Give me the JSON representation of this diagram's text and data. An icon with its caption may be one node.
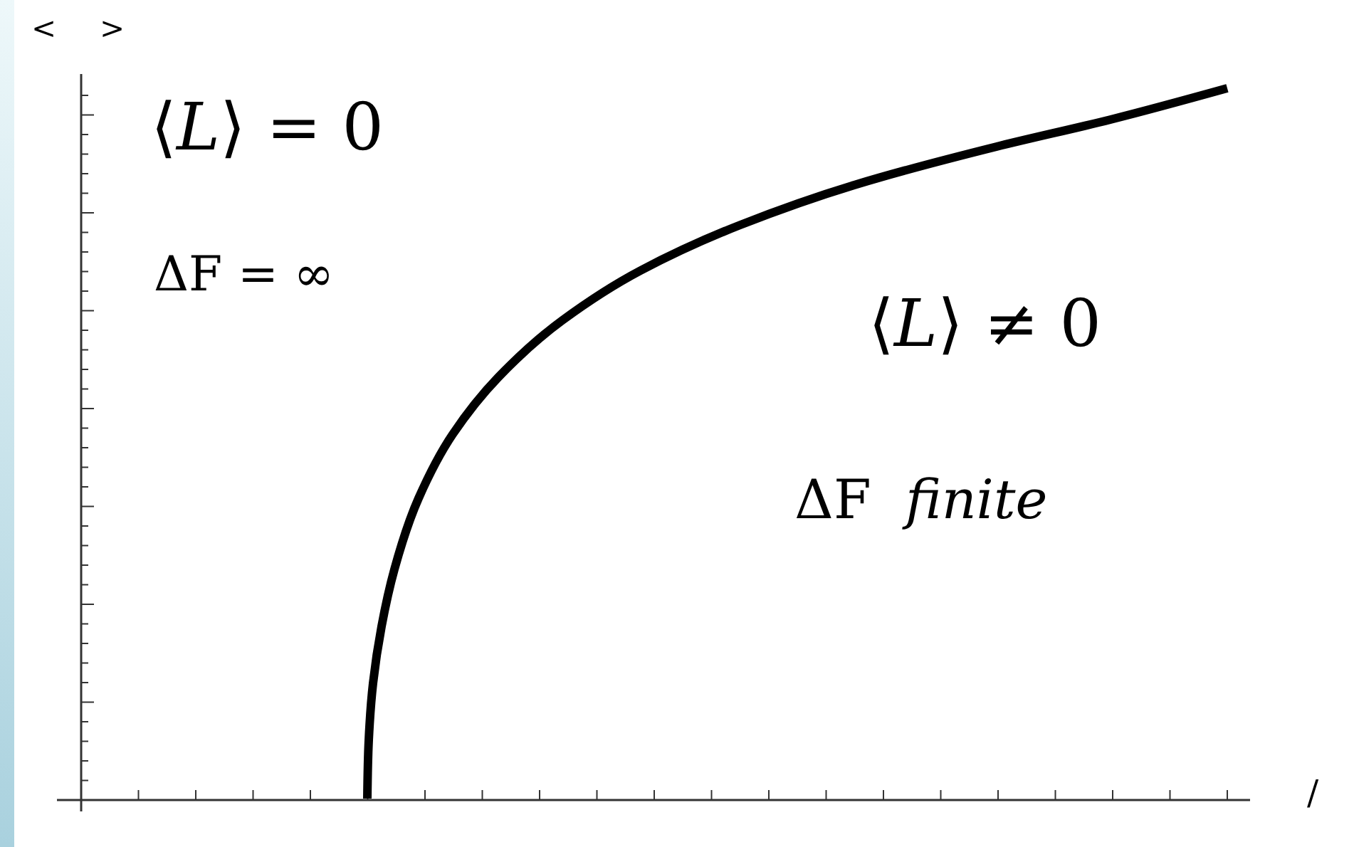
{
  "diagram": {
    "labels": [
      "<",
      ">",
      "⟨*L*⟩ = 0",
      "ΔF = ∞",
      "⟨*L*⟩ ≠ 0",
      "ΔF  *finite*",
      "/"
    ]
  }
}
